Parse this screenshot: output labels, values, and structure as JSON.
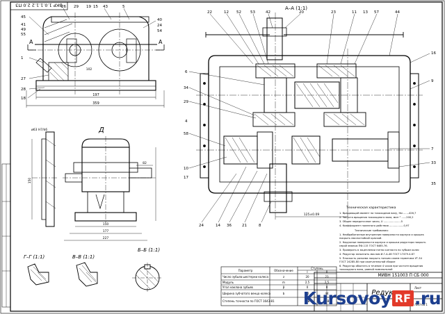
{
  "doc": {
    "rotated_code": "ВКР 1.0.1.1.2 2.0 ПЗ",
    "section_label": "А–А (1:1)",
    "view_d_label": "Д",
    "section_gg": "Г–Г (1:1)",
    "section_vv": "В–В (1:1)",
    "section_bb": "Б–Б (1:1)",
    "arrow_a_left": "А",
    "arrow_a_right": "А",
    "dim_top_width": "197",
    "dim_overall": "359",
    "dim_base_1": "150",
    "dim_base_2": "177",
    "dim_base_3": "227",
    "dim_shaft": "125±0.09",
    "dim_height": "102",
    "dim_left_h": "150",
    "dim_mid": "82",
    "fit_note": "ø63 H7/k6",
    "title_code": "МИВН 151003 П СБ 000",
    "title_name": "Редуктор",
    "sheet_note": "Лист",
    "sheet_total": "Листов 1"
  },
  "callouts_top": [
    "22",
    "12",
    "52",
    "53",
    "42",
    "20",
    "23",
    "11",
    "13",
    "57",
    "44"
  ],
  "callouts_left": [
    "45",
    "41",
    "49",
    "55",
    "1",
    "27",
    "28",
    "18"
  ],
  "callouts_top_left": [
    "26",
    "29",
    "19",
    "15",
    "43",
    "5",
    "40",
    "24",
    "54"
  ],
  "callouts_side_left": [
    "6",
    "34",
    "29",
    "4",
    "58",
    "10",
    "17"
  ],
  "callouts_right": [
    "16",
    "9",
    "7",
    "33",
    "35"
  ],
  "callouts_bottom": [
    "24",
    "14",
    "36",
    "21",
    "8"
  ],
  "spec_title": "Техническая характеристика",
  "spec_lines": [
    "1. Вращающий момент на тихоходном валу, Нм .......426,7",
    "2. Частота вращения тихоходного вала, мин⁻¹ ......200,2",
    "3. Общее передаточное число, U ......................5",
    "4. Коэффициент полезного действия ..................0,97",
    "Технические требования:",
    "1. Необработанные внутренние поверхности корпуса и крышек",
    "покрыть маслостойкой краской.",
    "2. Наружные поверхности корпуса и крышки редуктора покрыть",
    "серой эмалью ПФ-115 ГОСТ 6465-76.",
    "3. Проверить в зацеплении пятно контакта по зубьям колес",
    "4. Редуктор заполнить маслом И-Г-А-46 ГОСТ 17479.4-87",
    "5. Плоскость разъема покрыть тонким слоем герметика УТ-34",
    "ГОСТ 24285-80 при окончательной сборке",
    "6. Редуктор обкатать в течение 4 часов при частоте вращения",
    "тихоходного вала, равной номинальной"
  ],
  "param_table": {
    "headers": [
      "Параметр",
      "Обозначение",
      "Ступень",
      "I",
      "II"
    ],
    "rows": [
      [
        "Число зубьев шестерни колеса",
        "z",
        "20",
        "23"
      ],
      [
        "Модуль",
        "m",
        "2,5",
        "2,5"
      ],
      [
        "Угол наклона зубьев",
        "β",
        "0",
        "0"
      ],
      [
        "Ширина зубчатого венца колеса",
        "b",
        "32",
        "44"
      ],
      [
        "Степень точности по ГОСТ 1643-81",
        "",
        "7-В",
        "7-В"
      ]
    ]
  },
  "watermark": {
    "part1": "Kursovoy",
    "badge": "RF",
    "part2": ".ru"
  }
}
